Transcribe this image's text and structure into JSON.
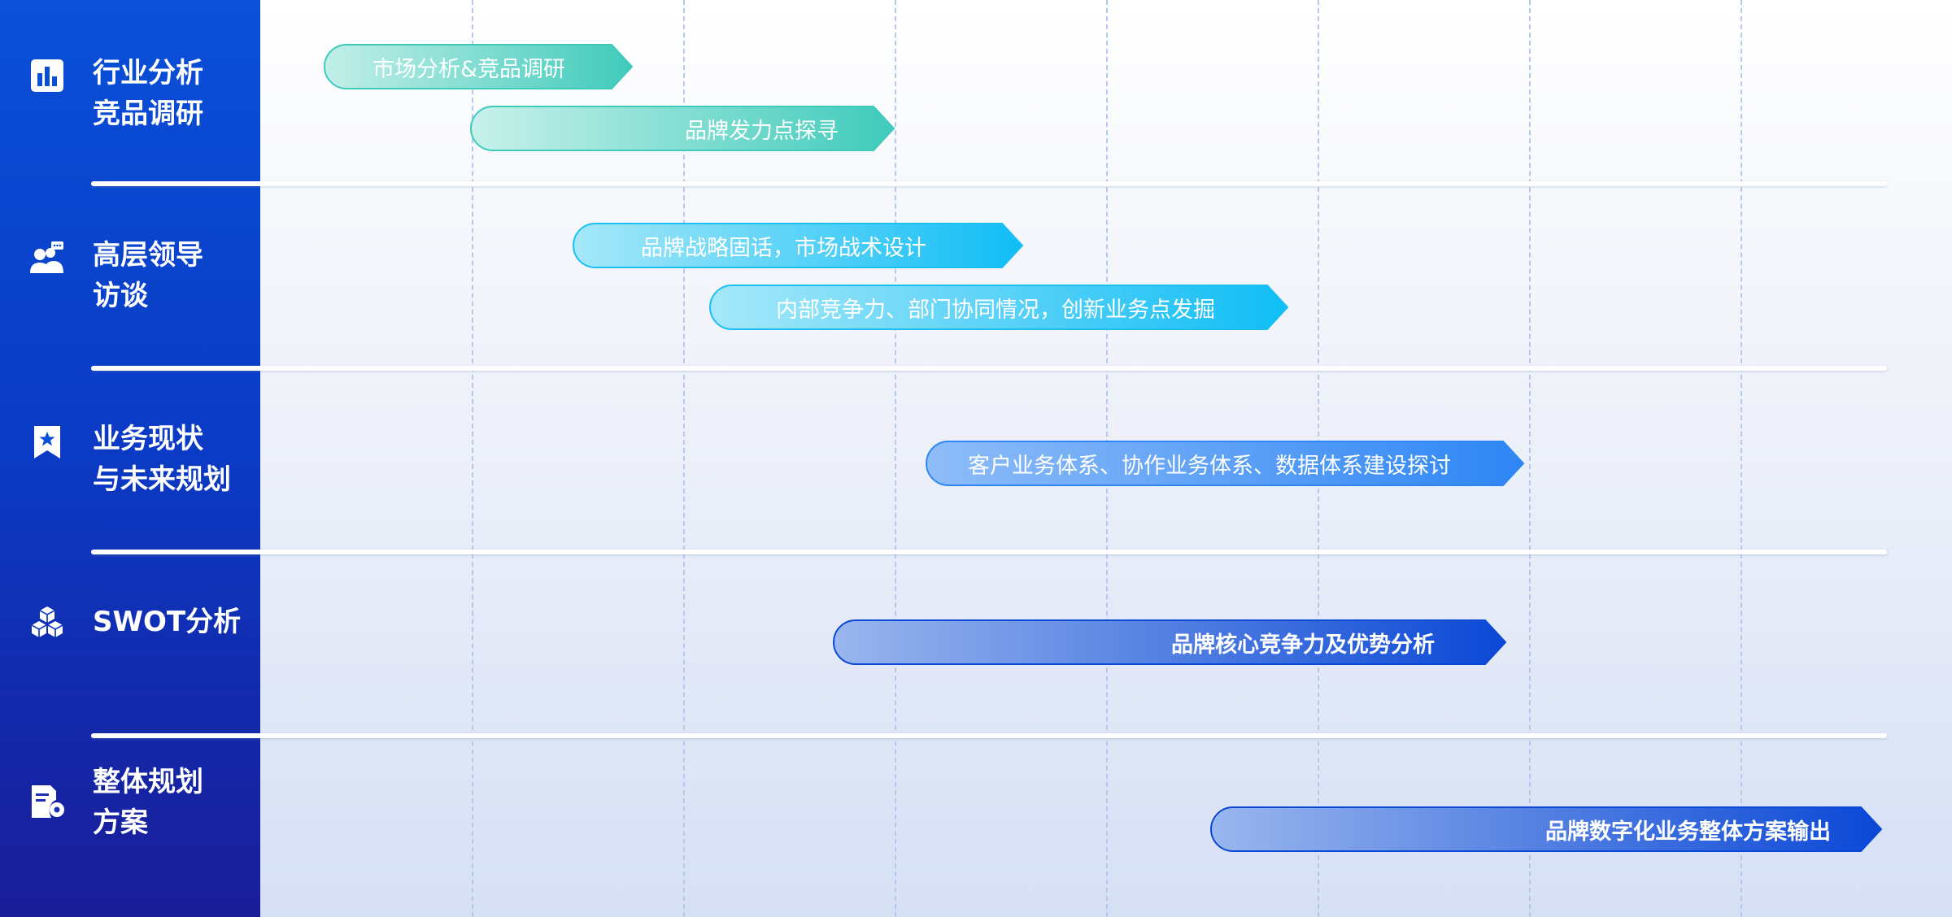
{
  "rows": [
    {
      "id": "industry",
      "icon": "bar-chart-icon",
      "label": "行业分析\n竞品调研"
    },
    {
      "id": "interview",
      "icon": "leader-chat-icon",
      "label": "高层领导\n访谈"
    },
    {
      "id": "business",
      "icon": "bookmark-star-icon",
      "label": "业务现状\n与未来规划"
    },
    {
      "id": "swot",
      "icon": "cubes-icon",
      "label": "SWOT分析"
    },
    {
      "id": "plan",
      "icon": "document-gear-icon",
      "label": "整体规划\n方案"
    }
  ],
  "tasks": [
    {
      "id": "task-market",
      "label": "市场分析&竞品调研",
      "row": 0
    },
    {
      "id": "task-brand-point",
      "label": "品牌发力点探寻",
      "row": 0
    },
    {
      "id": "task-strategy",
      "label": "品牌战略固话，市场战术设计",
      "row": 1
    },
    {
      "id": "task-internal",
      "label": "内部竞争力、部门协同情况，创新业务点发掘",
      "row": 1
    },
    {
      "id": "task-customer",
      "label": "客户业务体系、协作业务体系、数据体系建设探讨",
      "row": 2
    },
    {
      "id": "task-core",
      "label": "品牌核心竞争力及优势分析",
      "row": 3
    },
    {
      "id": "task-digital",
      "label": "品牌数字化业务整体方案输出",
      "row": 4
    }
  ],
  "colors": {
    "teal": "#3fcbbb",
    "cyan": "#1ac0f5",
    "blue": "#2e86f5",
    "navy": "#0b48d6"
  }
}
